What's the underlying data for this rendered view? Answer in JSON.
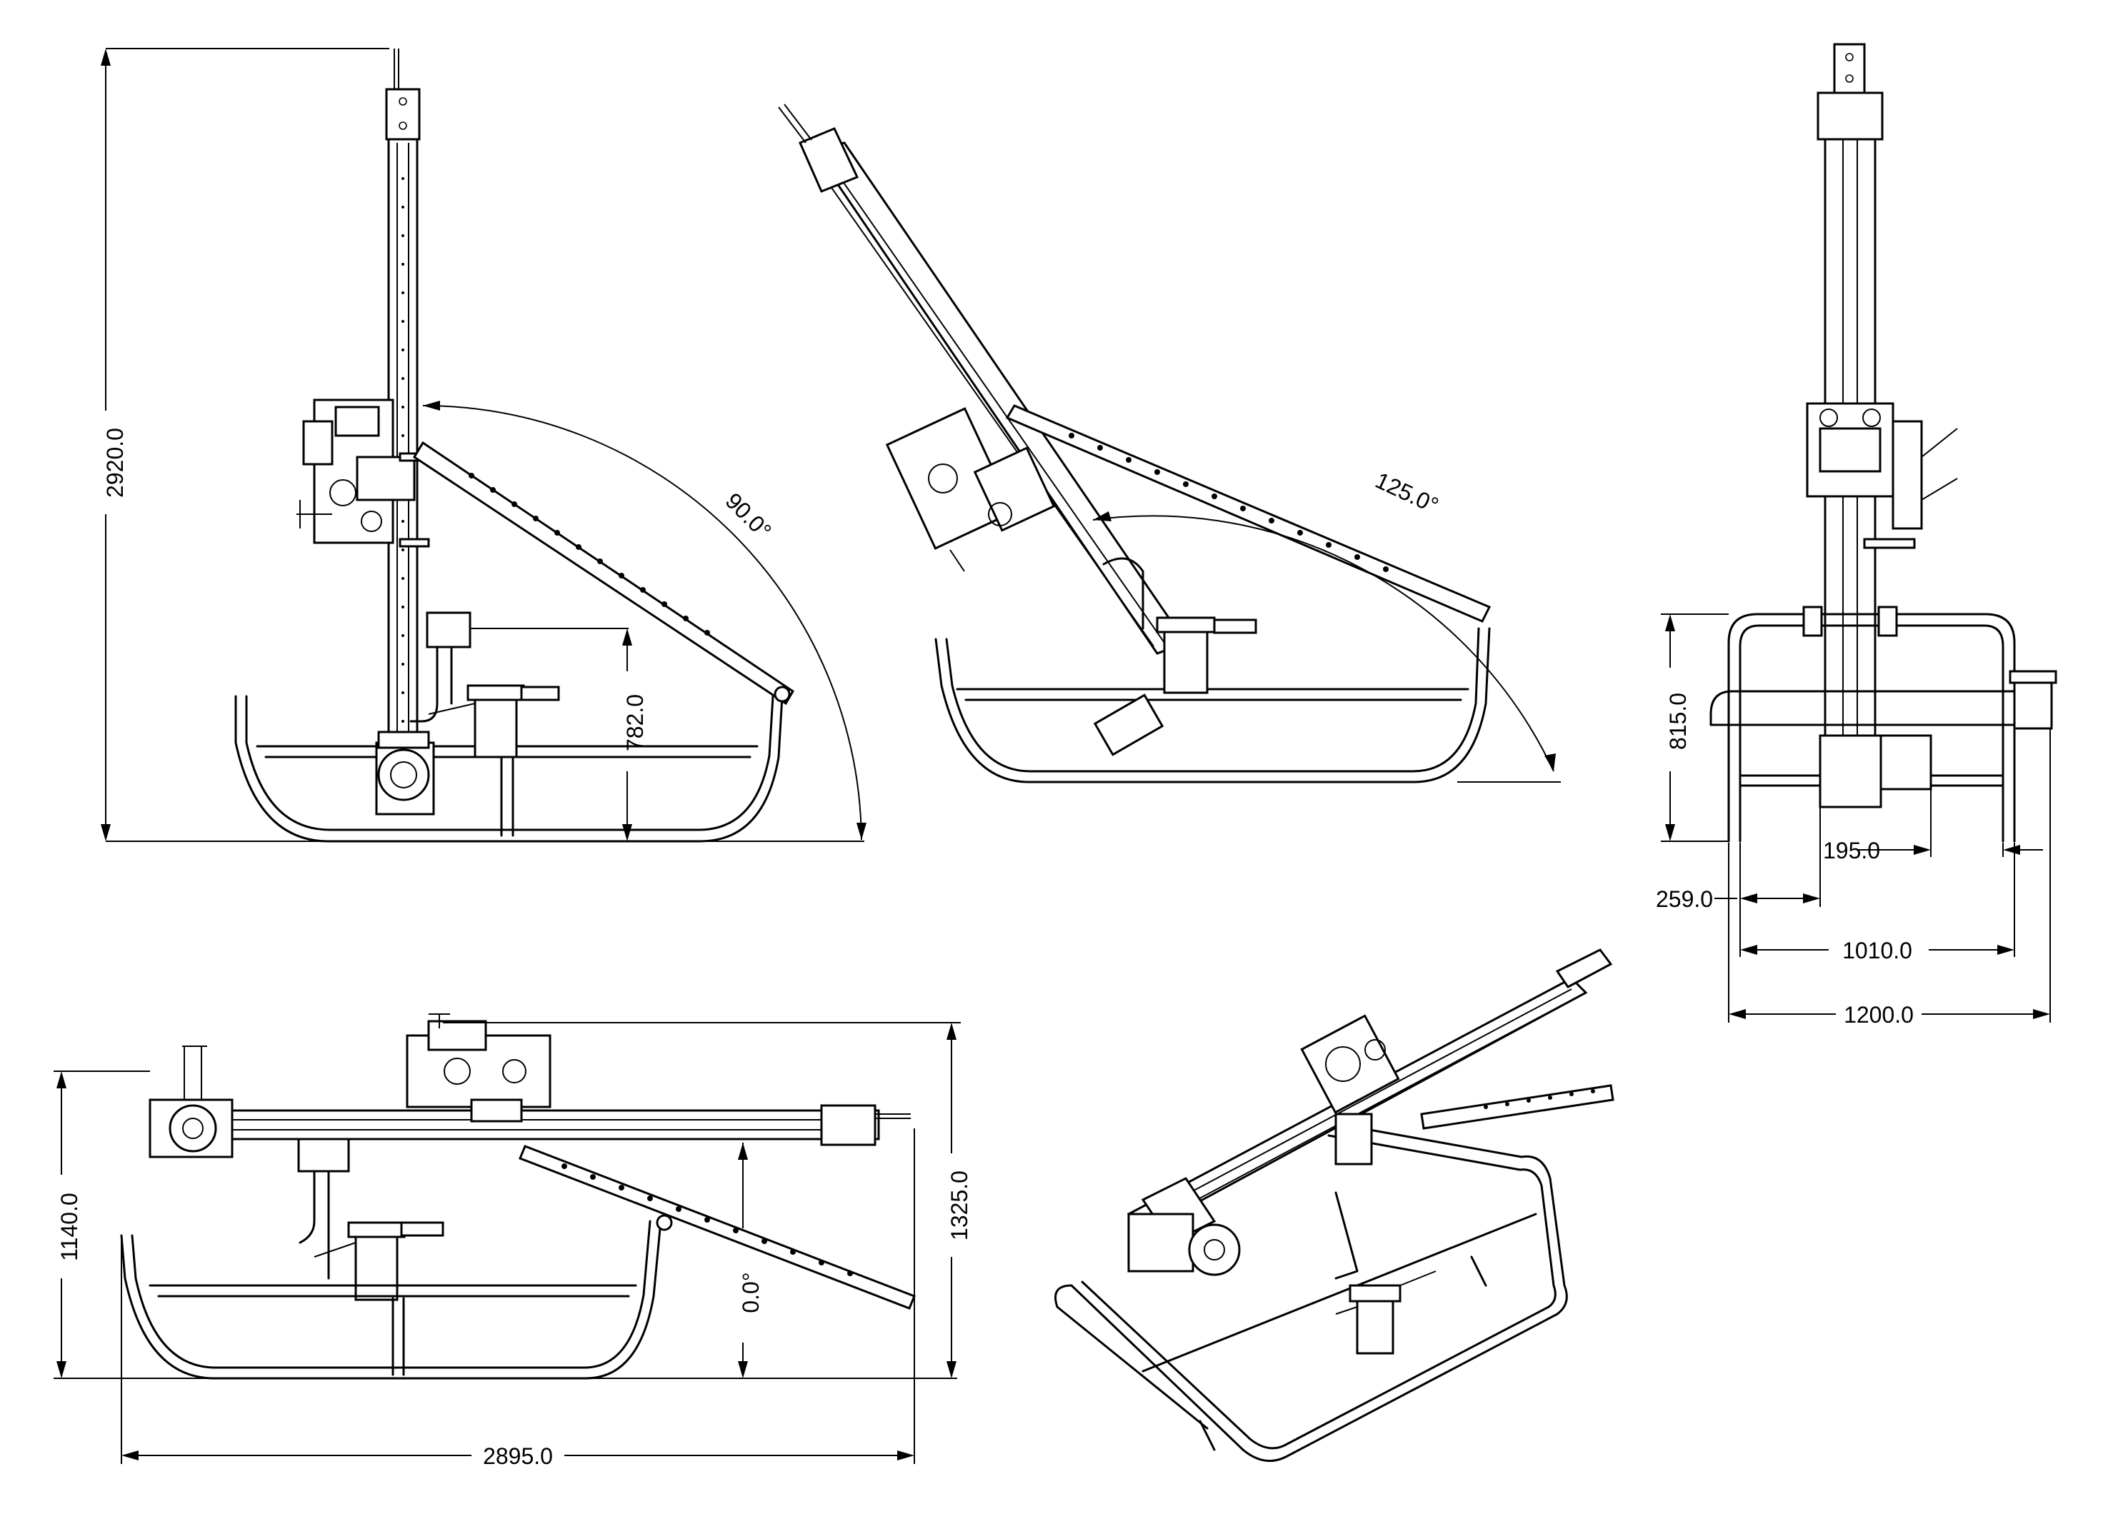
{
  "views": {
    "side_vertical": {
      "angle": "90.0°",
      "height_total": "2920.0",
      "hopper_height": "782.0"
    },
    "side_inclined": {
      "angle": "125.0°"
    },
    "front": {
      "height": "815.0",
      "offset_left": "259.0",
      "offset_right": "195.0",
      "inner_width": "1010.0",
      "outer_width": "1200.0"
    },
    "side_horizontal": {
      "angle": "0.0°",
      "height_mast": "1140.0",
      "height_total": "1325.0",
      "length_total": "2895.0"
    },
    "isometric": {}
  }
}
